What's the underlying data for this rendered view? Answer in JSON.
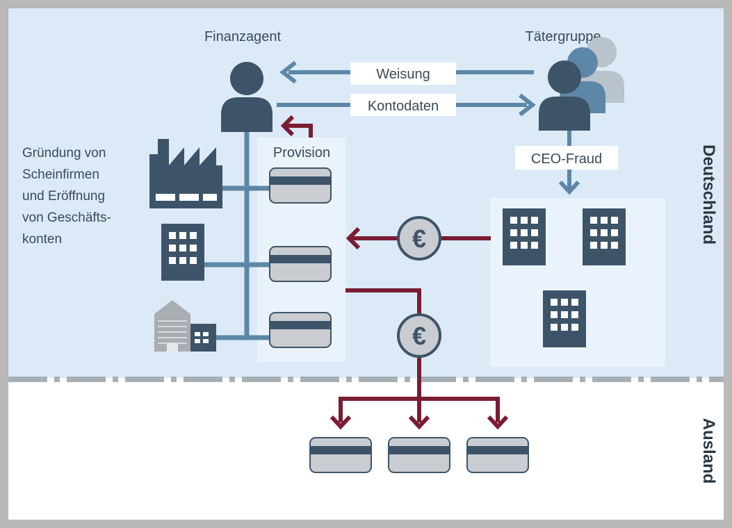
{
  "diagram": {
    "actors": {
      "agent": "Finanzagent",
      "perpetrators": "Tätergruppe"
    },
    "flows": {
      "instruction": "Weisung",
      "account_data": "Kontodaten",
      "commission": "Provision",
      "ceo_fraud": "CEO-Fraud",
      "currency_symbol": "€"
    },
    "setup_note": {
      "lines": [
        "Gründung von",
        "Scheinfirmen",
        "und Eröffnung",
        "von Geschäfts-",
        "konten"
      ]
    },
    "regions": {
      "domestic": "Deutschland",
      "abroad": "Ausland"
    },
    "colors": {
      "domestic_bg": "#dbeaf6",
      "abroad_bg": "#ffffff",
      "frame": "#b9b9b9",
      "dark_slate": "#3d5468",
      "flow_blue": "#5d87a6",
      "money_red": "#7a1c32",
      "card_gray": "#c9ccd1",
      "panel_bg": "#eaf3fb"
    },
    "icons": [
      "person-icon",
      "group-icon",
      "factory-icon",
      "office-building-icon",
      "warehouse-icon",
      "bank-card-icon",
      "euro-coin-icon",
      "company-building-icon"
    ]
  }
}
